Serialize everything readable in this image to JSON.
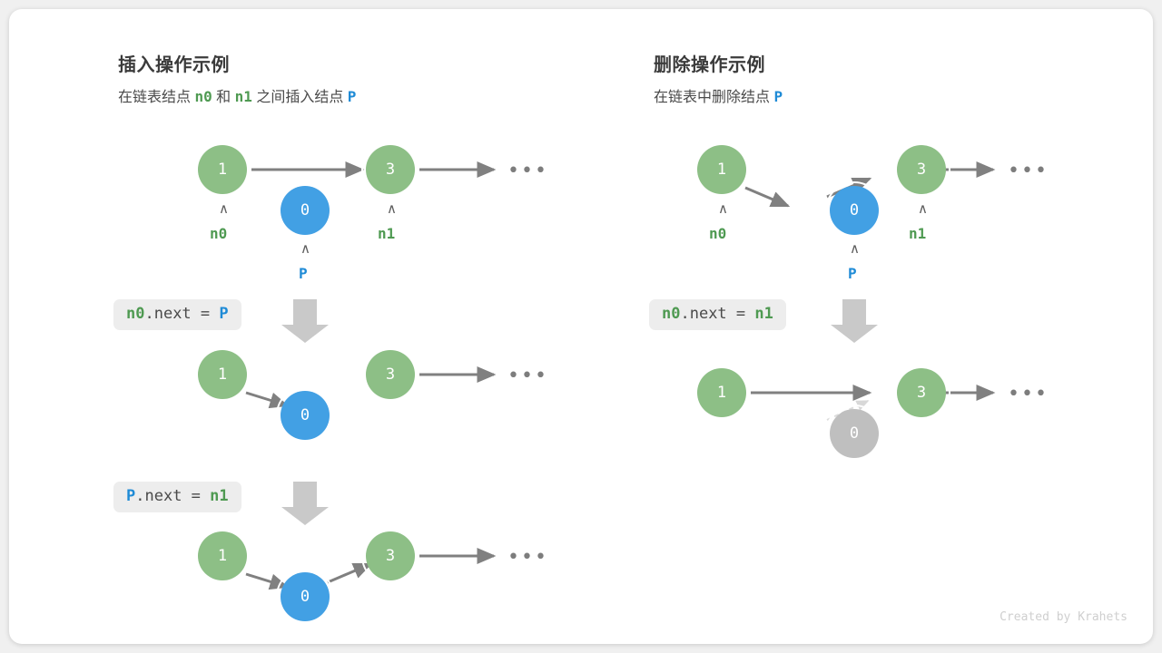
{
  "panels": [
    {
      "id": "insert",
      "title": "插入操作示例",
      "subtitle_parts": [
        {
          "t": "在链表结点 ",
          "k": "plain"
        },
        {
          "t": "n0",
          "k": "green"
        },
        {
          "t": " 和 ",
          "k": "plain"
        },
        {
          "t": "n1",
          "k": "green"
        },
        {
          "t": " 之间插入结点 ",
          "k": "plain"
        },
        {
          "t": "P",
          "k": "blue"
        }
      ],
      "steps": [
        {
          "code": "n0.next = P",
          "lhs": "n0",
          "lhs_color": "green",
          "rhs": "P",
          "rhs_color": "blue"
        },
        {
          "code": "P.next = n1",
          "lhs": "P",
          "lhs_color": "blue",
          "rhs": "n1",
          "rhs_color": "green"
        }
      ],
      "rows": [
        {
          "nodes": [
            {
              "value": "1",
              "color": "green",
              "caret": "∧",
              "label": "n0",
              "label_color": "green"
            },
            {
              "value": "0",
              "color": "blue",
              "caret": "∧",
              "label": "P",
              "label_color": "blue"
            },
            {
              "value": "3",
              "color": "green",
              "caret": "∧",
              "label": "n1",
              "label_color": "green"
            }
          ],
          "ellipsis": "•••"
        },
        {
          "nodes": [
            {
              "value": "1",
              "color": "green"
            },
            {
              "value": "0",
              "color": "blue"
            },
            {
              "value": "3",
              "color": "green"
            }
          ],
          "ellipsis": "•••"
        },
        {
          "nodes": [
            {
              "value": "1",
              "color": "green"
            },
            {
              "value": "0",
              "color": "blue"
            },
            {
              "value": "3",
              "color": "green"
            }
          ],
          "ellipsis": "•••"
        }
      ]
    },
    {
      "id": "delete",
      "title": "删除操作示例",
      "subtitle_parts": [
        {
          "t": "在链表中删除结点 ",
          "k": "plain"
        },
        {
          "t": "P",
          "k": "blue"
        }
      ],
      "steps": [
        {
          "code": "n0.next = n1",
          "lhs": "n0",
          "lhs_color": "green",
          "rhs": "n1",
          "rhs_color": "green"
        }
      ],
      "rows": [
        {
          "nodes": [
            {
              "value": "1",
              "color": "green",
              "caret": "∧",
              "label": "n0",
              "label_color": "green"
            },
            {
              "value": "0",
              "color": "blue",
              "caret": "∧",
              "label": "P",
              "label_color": "blue"
            },
            {
              "value": "3",
              "color": "green",
              "caret": "∧",
              "label": "n1",
              "label_color": "green"
            }
          ],
          "ellipsis": "•••"
        },
        {
          "nodes": [
            {
              "value": "1",
              "color": "green"
            },
            {
              "value": "0",
              "color": "gray"
            },
            {
              "value": "3",
              "color": "green"
            }
          ],
          "ellipsis": "•••"
        }
      ]
    }
  ],
  "credit": "Created by Krahets",
  "colors": {
    "green_node": "#8dbf86",
    "blue_node": "#42a0e4",
    "gray_node": "#bfbfbf",
    "arrow": "#808080",
    "green_text": "#4f9a52",
    "blue_text": "#1f8bd6",
    "chip_bg": "#ededed",
    "card_bg": "#ffffff",
    "page_bg": "#f0f0f0"
  }
}
